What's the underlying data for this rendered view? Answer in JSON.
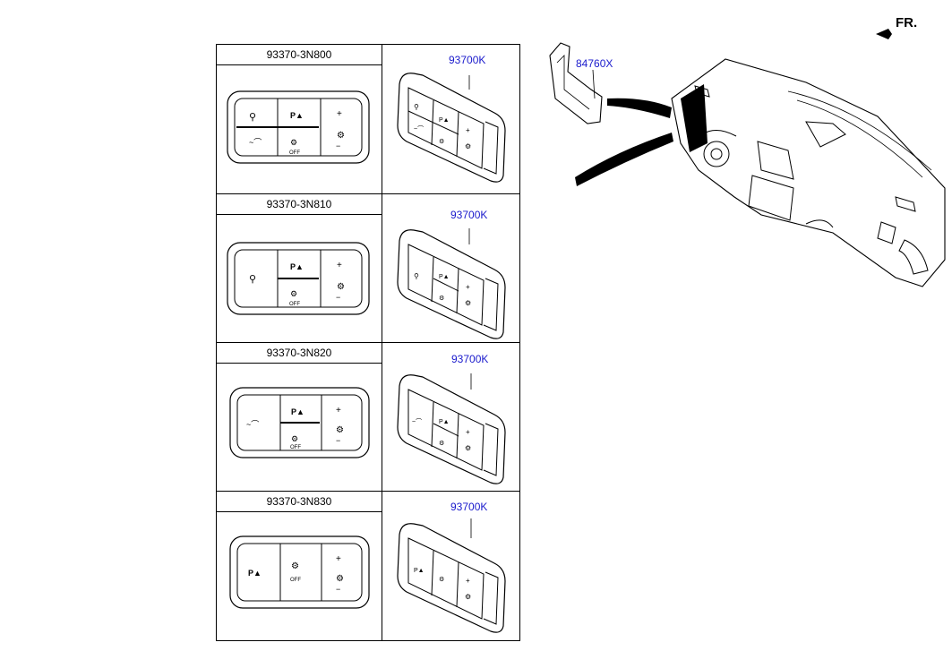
{
  "panels": [
    {
      "part_number": "93370-3N800",
      "callout": "93700K"
    },
    {
      "part_number": "93370-3N810",
      "callout": "93700K"
    },
    {
      "part_number": "93370-3N820",
      "callout": "93700K"
    },
    {
      "part_number": "93370-3N830",
      "callout": "93700K"
    }
  ],
  "trim_callout": "84760X",
  "direction_label": "FR.",
  "switch_text": {
    "off": "OFF",
    "plus": "+",
    "minus": "−"
  },
  "colors": {
    "line": "#000000",
    "callout": "#1a1acc"
  }
}
